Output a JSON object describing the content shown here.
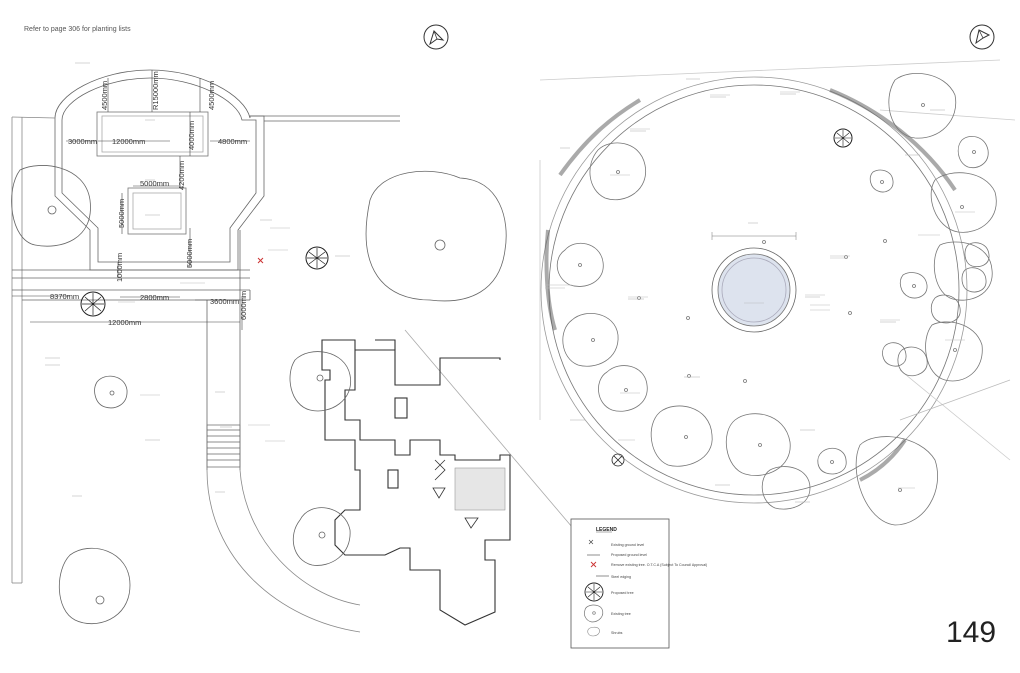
{
  "header": {
    "note": "Refer to page 306 for planting lists"
  },
  "page_number": "149",
  "dimensions": {
    "d4500_left": "4500mm",
    "r15000": "R15000mm",
    "d4500_right": "4500mm",
    "d3000": "3000mm",
    "d12000_top": "12000mm",
    "d4000": "4000mm",
    "d4800": "4800mm",
    "d4200": "4200mm",
    "d5000_h": "5000mm",
    "d5000_v": "5000mm",
    "d5000_v2": "5000mm",
    "d1000": "1000mm",
    "d8370": "8370mm",
    "d2800": "2800mm",
    "d3600": "3600mm",
    "d6000": "6000mm",
    "d12000_bottom": "12000mm"
  },
  "legend": {
    "title": "LEGEND",
    "items": [
      "Existing ground level",
      "Proposed ground level",
      "Remove existing tree. O.T.C.A (Subject To Council Approval)",
      "Steel edging",
      "Proposed tree",
      "Existing tree",
      "Shrubs"
    ]
  },
  "icons": {
    "north_left": "north-arrow-icon",
    "north_right": "north-arrow-icon"
  },
  "colors": {
    "line": "#555555",
    "water": "#dde3ee",
    "legend_cross": "#cc3333"
  }
}
